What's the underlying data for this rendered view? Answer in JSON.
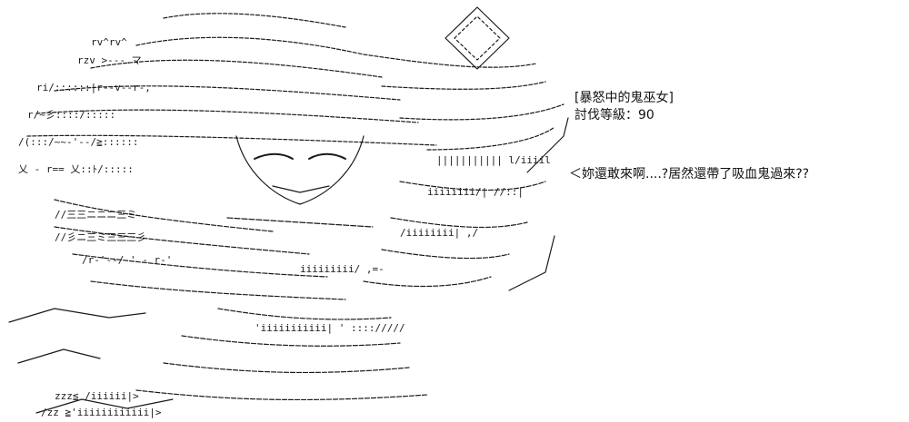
{
  "character": {
    "name": "[暴怒中的鬼巫女]",
    "rank": "討伐等級：90"
  },
  "speech": {
    "line": "＜妳還敢來啊....?居然還帶了吸血鬼過來??"
  },
  "art": {
    "style": "ascii-line-art",
    "ink_color": "#1a1a1a",
    "background_color": "#ffffff"
  }
}
